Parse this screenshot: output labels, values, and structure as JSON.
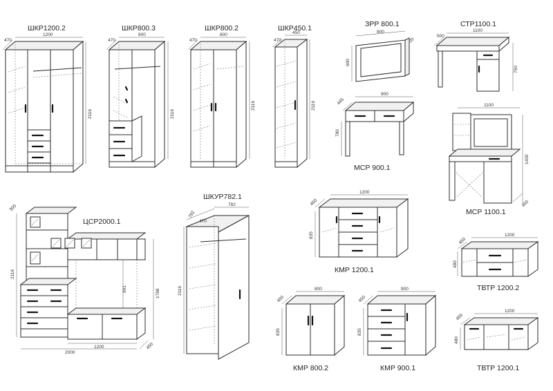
{
  "sheet": {
    "items": [
      {
        "id": "shkr1200_2",
        "name": "ШКР1200.2",
        "dims": [
          "470",
          "1200",
          "2116"
        ]
      },
      {
        "id": "shkr800_3",
        "name": "ШКР800.3",
        "dims": [
          "470",
          "800",
          "2116"
        ]
      },
      {
        "id": "shkr800_2",
        "name": "ШКР800.2",
        "dims": [
          "470",
          "800",
          "2116"
        ]
      },
      {
        "id": "shkr450_1",
        "name": "ШКР450.1",
        "dims": [
          "470",
          "450",
          "2116"
        ]
      },
      {
        "id": "zrr800_1",
        "name": "ЗРР 800.1",
        "dims": [
          "800",
          "20",
          "600"
        ]
      },
      {
        "id": "str1100_1",
        "name": "СТР1100.1",
        "dims": [
          "500",
          "1100",
          "750"
        ]
      },
      {
        "id": "msr900_1",
        "name": "МСР 900.1",
        "dims": [
          "900",
          "445",
          "780"
        ]
      },
      {
        "id": "msr1100_1",
        "name": "МСР 1100.1",
        "dims": [
          "1100",
          "1400",
          "450"
        ]
      },
      {
        "id": "tssr2000_1",
        "name": "ЦСР2000.1",
        "dims": [
          "300",
          "2116",
          "991",
          "1788",
          "1200",
          "2000",
          "450"
        ]
      },
      {
        "id": "shkur782_1",
        "name": "ШКУР782.1",
        "dims": [
          "782",
          "782",
          "470",
          "2116"
        ]
      },
      {
        "id": "kmr1200_1",
        "name": "КМР 1200.1",
        "dims": [
          "1200",
          "450",
          "835"
        ]
      },
      {
        "id": "tvtr1200_2",
        "name": "ТВТР 1200.2",
        "dims": [
          "1200",
          "450",
          "480"
        ]
      },
      {
        "id": "kmr800_2",
        "name": "КМР 800.2",
        "dims": [
          "800",
          "450",
          "835"
        ]
      },
      {
        "id": "kmr900_1",
        "name": "КМР 900.1",
        "dims": [
          "900",
          "450",
          "835"
        ]
      },
      {
        "id": "tvtr1200_1",
        "name": "ТВТР 1200.1",
        "dims": [
          "1200",
          "450",
          "480"
        ]
      }
    ]
  }
}
